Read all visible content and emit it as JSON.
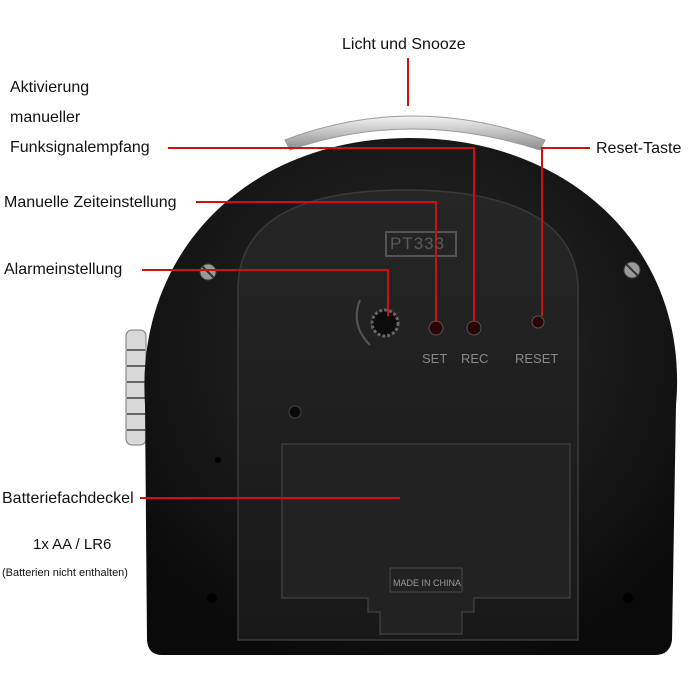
{
  "labels": {
    "light_snooze": "Licht und Snooze",
    "activation_line1": "Aktivierung",
    "activation_line2": "manueller",
    "activation_line3": "Funksignalempfang",
    "reset_key": "Reset-Taste",
    "manual_time": "Manuelle Zeiteinstellung",
    "alarm_setting": "Alarmeinstellung",
    "battery_cover": "Batteriefachdeckel",
    "battery_type": "1x AA / LR6",
    "battery_note": "(Batterien nicht enthalten)"
  },
  "device": {
    "model": "PT333",
    "button_set": "SET",
    "button_rec": "REC",
    "button_reset": "RESET",
    "made_in": "MADE IN CHINA"
  },
  "colors": {
    "leader_line": "#cc1111",
    "body": "#141414",
    "panel": "#1e1e1e",
    "battery_cover": "#232323"
  }
}
